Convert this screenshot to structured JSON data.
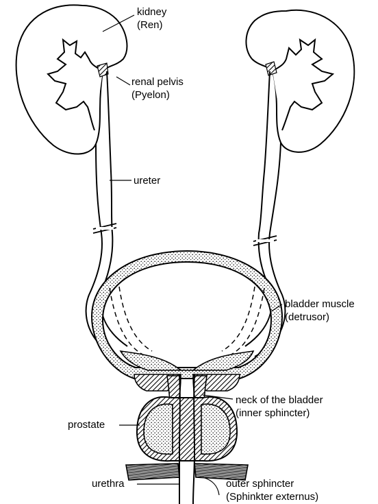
{
  "labels": {
    "kidney": {
      "line1": "kidney",
      "line2": "(Ren)"
    },
    "renal_pelvis": {
      "line1": "renal pelvis",
      "line2": "(Pyelon)"
    },
    "ureter": {
      "line1": "ureter"
    },
    "bladder_muscle": {
      "line1": "bladder muscle",
      "line2": "(detrusor)"
    },
    "neck_of_bladder": {
      "line1": "neck of the bladder",
      "line2": "(inner sphincter)"
    },
    "prostate": {
      "line1": "prostate"
    },
    "urethra": {
      "line1": "urethra"
    },
    "outer_sphincter": {
      "line1": "outer sphincter",
      "line2": "(Sphinkter externus)"
    }
  },
  "colors": {
    "ink": "#000000",
    "paper": "#ffffff"
  }
}
